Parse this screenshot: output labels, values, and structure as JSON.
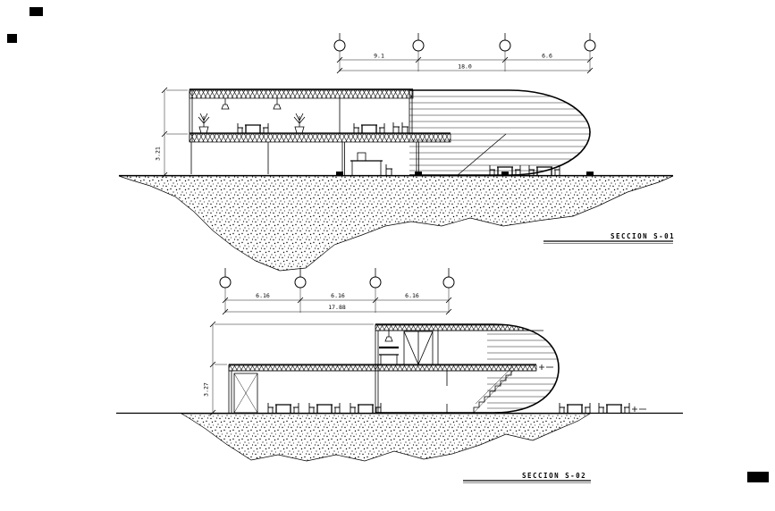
{
  "colors": {
    "ink": "#000000",
    "paper": "#ffffff"
  },
  "s01": {
    "title": "SECCION S-01",
    "dim_left": "9.1",
    "dim_right": "6.6",
    "dim_total": "18.0",
    "dim_vert": "3.21"
  },
  "s02": {
    "title": "SECCION S-02",
    "dim_a": "6.16",
    "dim_b": "6.16",
    "dim_c": "6.16",
    "dim_total": "17.88",
    "dim_vert": "3.27"
  }
}
